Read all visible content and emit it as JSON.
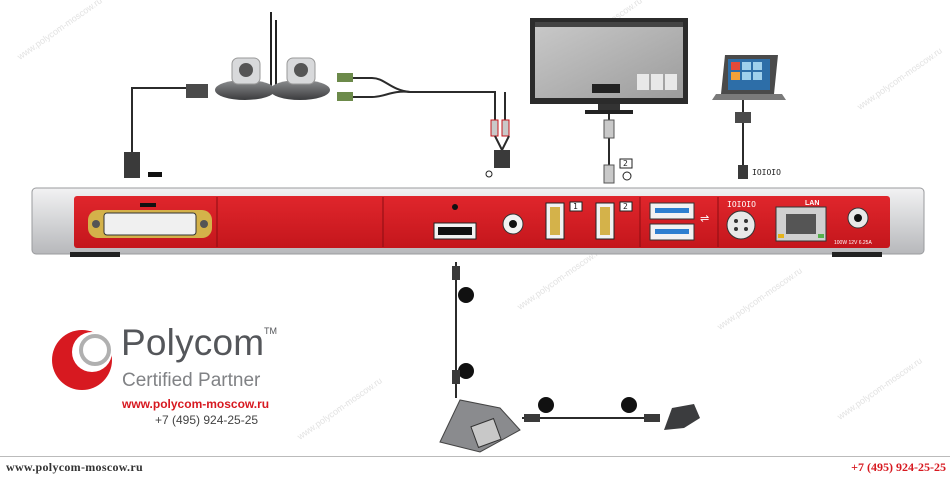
{
  "brand": {
    "name": "Polycom",
    "trademark": "TM",
    "tagline": "Certified Partner",
    "website": "www.polycom-moscow.ru",
    "phone": "+7 (495) 924-25-25"
  },
  "watermark": "www.polycom-moscow.ru",
  "footer": {
    "website": "www.polycom-moscow.ru",
    "phone": "+7 (495) 924-25-25"
  },
  "panel": {
    "serial_label": "IOIOIO",
    "lan_label": "LAN",
    "power_label": "100W 12V 6.25A",
    "monitor1_number": "1",
    "monitor2_number": "2"
  },
  "cables": {
    "serial_label": "IOIOIO",
    "monitor2_number": "2"
  },
  "colors": {
    "panel_red": "#d71920",
    "chassis_gray": "#d9dadc",
    "brand_red": "#d71920",
    "text_gray": "#54565a"
  }
}
